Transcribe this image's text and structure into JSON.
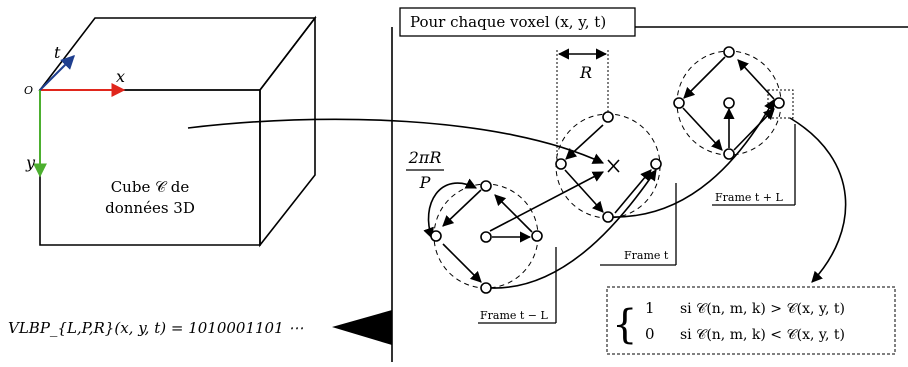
{
  "header": {
    "title": "Pour chaque voxel (x, y, t)"
  },
  "cube": {
    "origin": "O",
    "axis_x": "x",
    "axis_y": "y",
    "axis_t": "t",
    "label_line1": "Cube 𝒞 de",
    "label_line2": "données 3D",
    "colors": {
      "x_axis": "#e0261c",
      "y_axis": "#4caf2f",
      "t_axis": "#1f3f8f"
    }
  },
  "frames": {
    "left": "Frame t − L",
    "middle": "Frame t",
    "right": "Frame t + L"
  },
  "annotations": {
    "radius": "R",
    "arc_numerator": "2πR",
    "arc_denominator": "P"
  },
  "formula": {
    "output": "VLBP_{L,P,R}(x, y, t) = 1010001101 ⋯",
    "case1_value": "1",
    "case1_text": "si  𝒞(n, m, k) > 𝒞(x, y, t)",
    "case0_value": "0",
    "case0_text": "si  𝒞(n, m, k) < 𝒞(x, y, t)"
  }
}
